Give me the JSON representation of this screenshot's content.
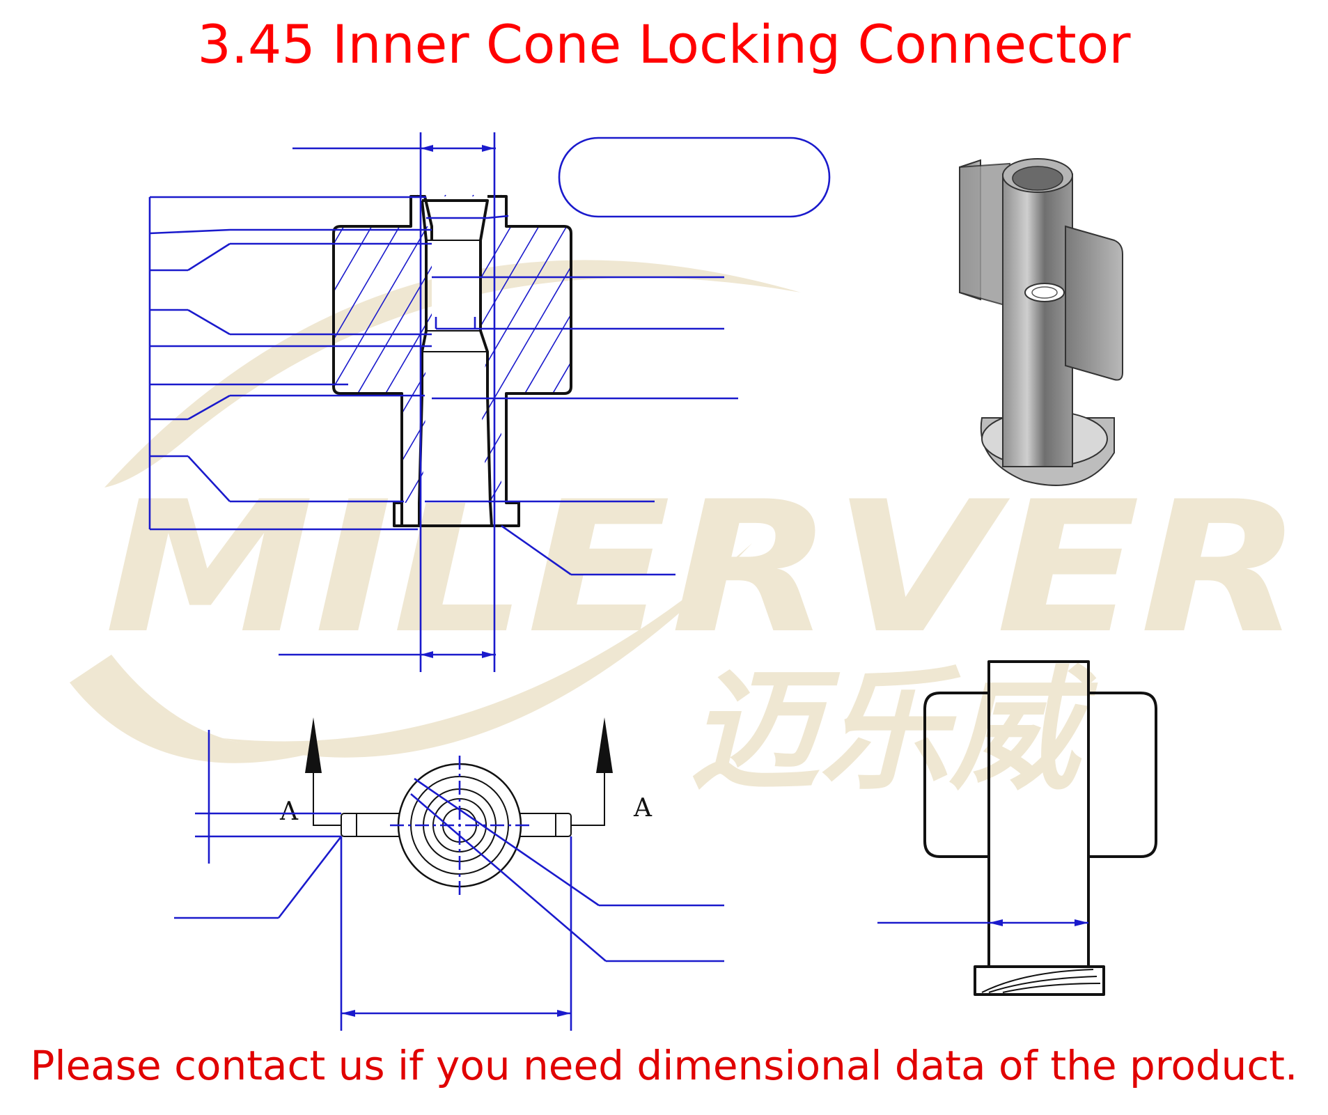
{
  "title": "3.45 Inner Cone Locking Connector",
  "footer": "Please contact us if you need dimensional data of the product.",
  "watermark": {
    "brand": "MILERVER",
    "chinese": "迈乐威",
    "color": "#efe7d2"
  },
  "section_labels": {
    "left": "A",
    "right": "A"
  },
  "colors": {
    "title": "#ff0000",
    "footer": "#e00000",
    "dimension_lines": "#1a1acc",
    "outline": "#111111"
  }
}
